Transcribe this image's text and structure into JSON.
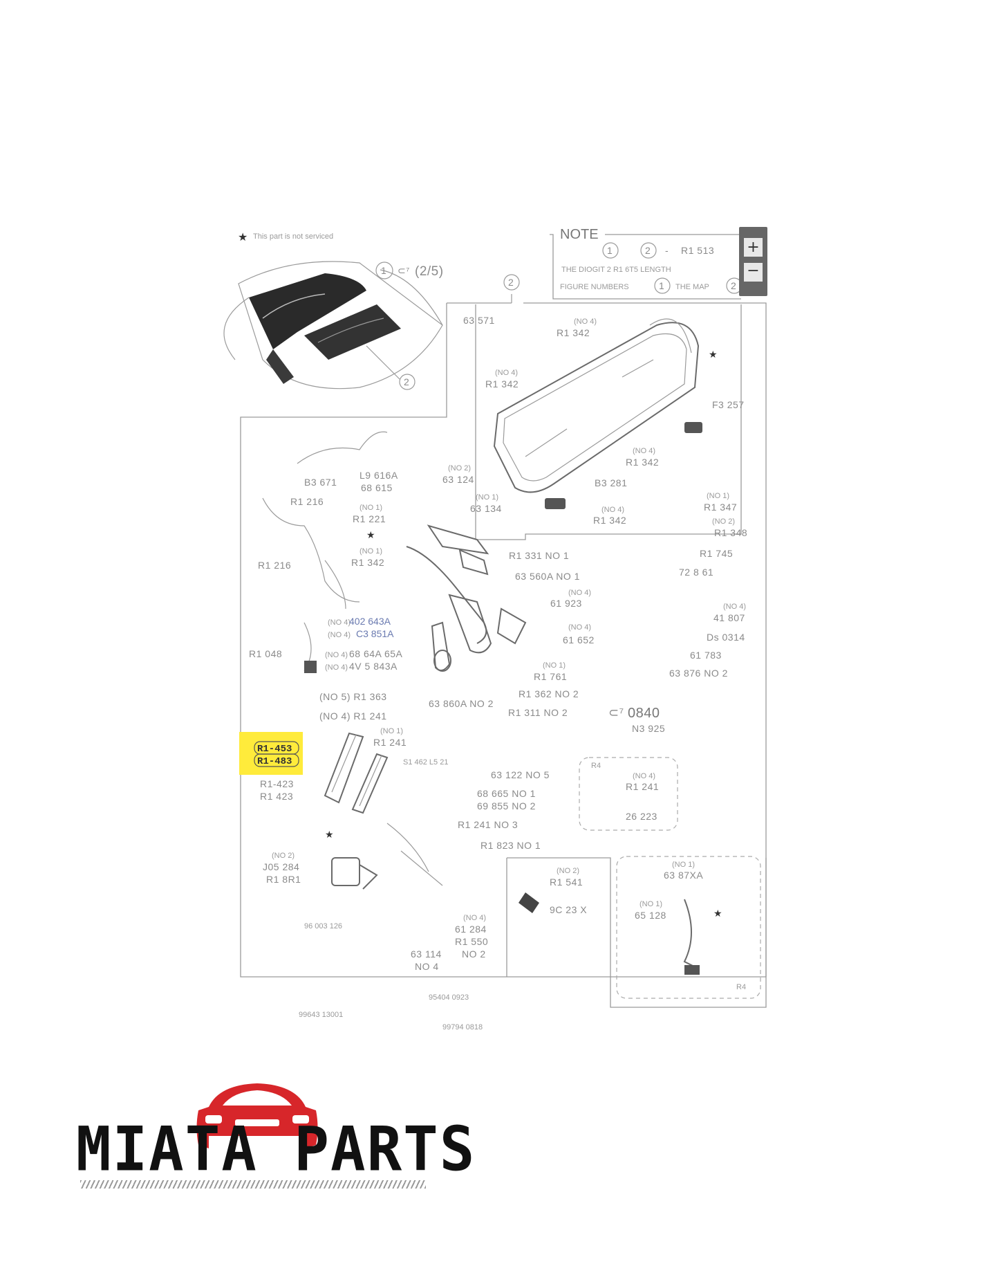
{
  "note": {
    "title": "NOTE",
    "line1": [
      "1",
      "2",
      "-",
      "R1 513"
    ],
    "line2": "THE DIOGIT 2 R1 6T5 LENGTH",
    "line3_prefix": "FIGURE NUMBERS",
    "line3_num": "1",
    "line3_suffix": "THE MAP",
    "line3_num2": "2"
  },
  "legend": {
    "star_text": "This part is not serviced"
  },
  "inset": {
    "ref_label": "(2/5)",
    "callout_1": "1",
    "callout_2": "2"
  },
  "zoom": {
    "in_label": "+",
    "out_label": "−"
  },
  "labels": {
    "l_e3571": "63 571",
    "l_no4_a": "(NO 4)",
    "l_r1342_a": "R1 342",
    "l_no4_b": "(NO 4)",
    "l_r1342_b": "R1 342",
    "l_f3257": "F3 257",
    "l_no4_c": "(NO 4)",
    "l_r1342_c": "R1 342",
    "l_b3281": "B3 281",
    "l_no4_d": "(NO 4)",
    "l_r1342_d": "R1 342",
    "l_b3671": "B3 671",
    "l_r1216_a": "R1 216",
    "l_l96164": "L9 616A",
    "l_68615": "68 615",
    "l_no2_a": "(NO 2)",
    "l_63124": "63 124",
    "l_no1_a": "(NO 1)",
    "l_63134": "63 134",
    "l_no1_b": "(NO 1)",
    "l_r1221": "R1 221",
    "l_r1216_b": "R1 216",
    "l_no1_c": "(NO 1)",
    "l_r1342_e": "R1 342",
    "l_r1331no1": "R1 331 NO 1",
    "l_63560a": "63 560A NO 1",
    "l_no1_d": "(NO 1)",
    "l_r1347": "R1 347",
    "l_no2_b": "(NO 2)",
    "l_r1348": "R1 348",
    "l_r1745": "R1 745",
    "l_72861": "72 8 61",
    "l_no4_e": "(NO 4)",
    "l_61923": "61 923",
    "l_61652": "61 652",
    "l_no4_f": "(NO 4)",
    "l_no4_g": "(NO 4)",
    "l_41807": "41 807",
    "l_ds0314": "Ds 0314",
    "l_61783": "61 783",
    "l_63876": "63 876 NO 2",
    "l_no4_h": "(NO 4)",
    "l_402643": "402 643A",
    "l_c3851a": "C3 851A",
    "l_no4_i": "(NO 4)",
    "l_r1048": "R1 048",
    "l_no4_j": "(NO 4)",
    "l_4v5843": "4V 5 843A",
    "l_no4_k": "(NO 4)",
    "l_6864": "68 64A 65A",
    "l_no1_e": "(NO 1)",
    "l_r1761": "R1 761",
    "l_r1362": "R1 362 NO 2",
    "l_63860": "63 860A NO 2",
    "l_r1311": "R1 311 NO 2",
    "l_no5_r1363": "(NO 5) R1 363",
    "l_no4_r1241": "(NO 4) R1 241",
    "l_cp0840": "0840",
    "l_n3925": "N3 925",
    "l_no1_f": "(NO 1)",
    "l_r1241_a": "R1 241",
    "hi_r1453": "R1-453",
    "hi_r1483": "R1-483",
    "l_r1423_a": "R1-423",
    "l_r1423_b": "R1 423",
    "l_s1462": "S1 462 L5 21",
    "l_63122": "63 122 NO 5",
    "l_68665": "68 665 NO 1",
    "l_69855": "69 855 NO 2",
    "l_r1241_b": "R1 241 NO 3",
    "l_r1823": "R1 823 NO 1",
    "l_r4": "R4",
    "l_no4_l": "(NO 4)",
    "l_r1241_c": "R1 241",
    "l_26223": "26 223",
    "l_no2_c": "(NO 2)",
    "l_j05284": "J05 284",
    "l_r18r1": "R1 8R1",
    "l_96003": "96 003 126",
    "l_no2_d": "(NO 2)",
    "l_r1541": "R1 541",
    "l_9c23x": "9C 23 X",
    "l_no1_g": "(NO 1)",
    "l_6387xa": "63 87XA",
    "l_no1_h": "(NO 1)",
    "l_65128": "65 128",
    "l_no4_m": "(NO 4)",
    "l_61284": "61 284",
    "l_r1550": "R1 550",
    "l_no2_e": "NO 2",
    "l_63114": "63 114",
    "l_no4_n": "NO 4",
    "l_r4b": "R4",
    "l_99643": "99643 13001",
    "l_95404": "95404 0923",
    "l_99794": "99794 0818"
  },
  "brand": {
    "name": "MIATA PARTS",
    "accent": "#d7262a",
    "highlight": "#ffeb3b"
  }
}
